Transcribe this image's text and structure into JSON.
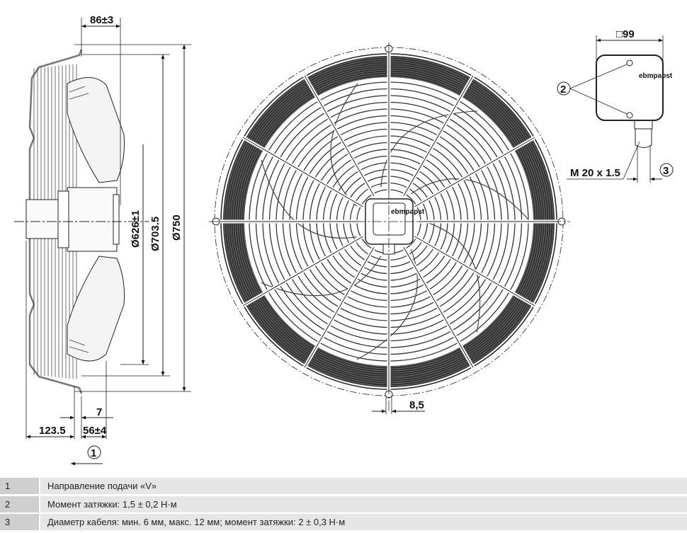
{
  "side_view": {
    "dim_depth": "86±3",
    "dim_d626": "Ø626±1",
    "dim_d703": "Ø703.5",
    "dim_d750": "Ø750",
    "dim_7": "7",
    "dim_123": "123.5",
    "dim_56": "56±4",
    "callout_1": "1"
  },
  "front_view": {
    "dim_85": "8,5",
    "brand_mark": "ebmpapst"
  },
  "terminal_box": {
    "dim_99": "□99",
    "callout_2": "2",
    "callout_3": "3",
    "thread": "M 20 x 1.5"
  },
  "legend": [
    {
      "num": "1",
      "text": "Направление подачи «V»"
    },
    {
      "num": "2",
      "text": "Момент затяжки: 1,5 ± 0,2 Н·м"
    },
    {
      "num": "3",
      "text": "Диаметр кабеля: мин. 6 мм, макс. 12 мм; момент затяжки: 2 ± 0,3 Н·м"
    }
  ]
}
